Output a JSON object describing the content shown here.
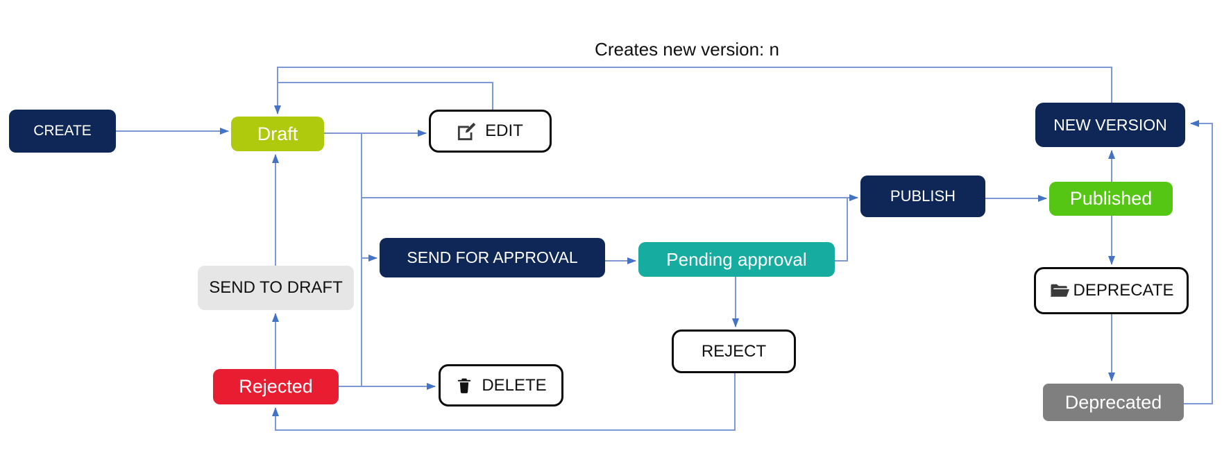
{
  "diagram": {
    "annotation_label": "Creates new version: n",
    "colors": {
      "navy": "#0E2757",
      "draft_green": "#AFC90D",
      "published_green": "#55C614",
      "teal": "#16ADA0",
      "red": "#E91D32",
      "gray": "#7F7F7F",
      "light_gray": "#E7E6E6",
      "line_blue": "#7C99D6",
      "arrow_blue": "#4472C4",
      "action_border_black": "#0B0B0B"
    },
    "nodes": {
      "create": {
        "label": "CREATE",
        "type": "action"
      },
      "draft": {
        "label": "Draft",
        "type": "state"
      },
      "edit": {
        "label": "EDIT",
        "type": "action",
        "icon": "pencil-square-icon"
      },
      "send_for_approval": {
        "label": "SEND FOR APPROVAL",
        "type": "action"
      },
      "pending_approval": {
        "label": "Pending approval",
        "type": "state"
      },
      "publish": {
        "label": "PUBLISH",
        "type": "action"
      },
      "new_version": {
        "label": "NEW VERSION",
        "type": "action"
      },
      "published": {
        "label": "Published",
        "type": "state"
      },
      "deprecate": {
        "label": "DEPRECATE",
        "type": "action",
        "icon": "folder-open-icon"
      },
      "deprecated": {
        "label": "Deprecated",
        "type": "state"
      },
      "send_to_draft": {
        "label": "SEND TO DRAFT",
        "type": "action"
      },
      "rejected": {
        "label": "Rejected",
        "type": "state"
      },
      "delete": {
        "label": "DELETE",
        "type": "action",
        "icon": "trash-icon"
      },
      "reject": {
        "label": "REJECT",
        "type": "action"
      }
    },
    "edges": [
      {
        "from": "CREATE",
        "to": "Draft"
      },
      {
        "from": "Draft",
        "to": "EDIT"
      },
      {
        "from": "EDIT",
        "to": "Draft"
      },
      {
        "from": "Draft",
        "to": "PUBLISH"
      },
      {
        "from": "Draft",
        "to": "SEND FOR APPROVAL"
      },
      {
        "from": "Draft",
        "to": "DELETE"
      },
      {
        "from": "SEND FOR APPROVAL",
        "to": "Pending approval"
      },
      {
        "from": "Pending approval",
        "to": "PUBLISH"
      },
      {
        "from": "Pending approval",
        "to": "REJECT"
      },
      {
        "from": "REJECT",
        "to": "Rejected"
      },
      {
        "from": "Rejected",
        "to": "SEND TO DRAFT"
      },
      {
        "from": "Rejected",
        "to": "DELETE"
      },
      {
        "from": "SEND TO DRAFT",
        "to": "Draft"
      },
      {
        "from": "PUBLISH",
        "to": "Published"
      },
      {
        "from": "Published",
        "to": "NEW VERSION"
      },
      {
        "from": "Published",
        "to": "DEPRECATE"
      },
      {
        "from": "DEPRECATE",
        "to": "Deprecated"
      },
      {
        "from": "Deprecated",
        "to": "NEW VERSION"
      },
      {
        "from": "NEW VERSION",
        "to": "Draft",
        "label": "Creates new version: n"
      }
    ]
  }
}
